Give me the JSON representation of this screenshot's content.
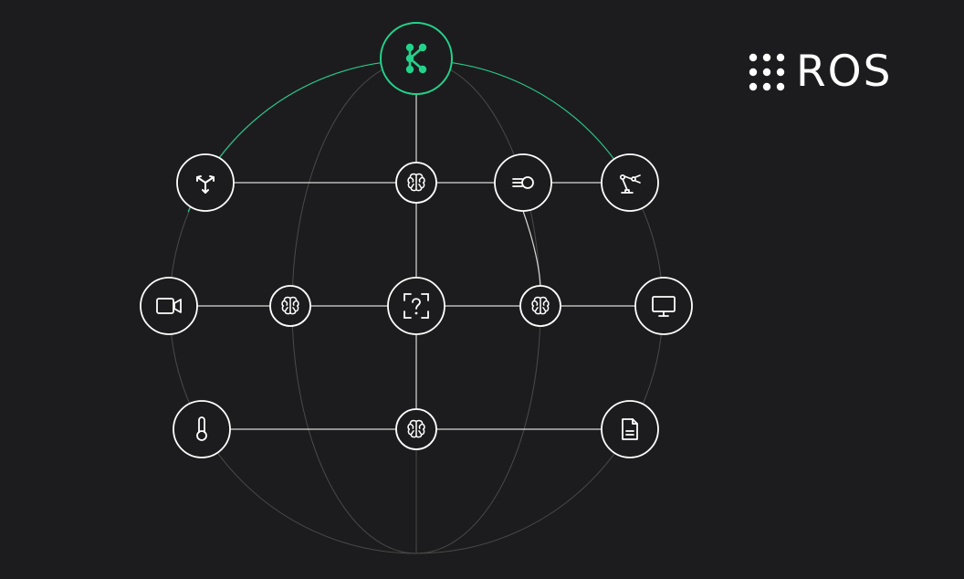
{
  "brand": {
    "logo_text": "ROS",
    "logo_icon": "ros-dots-grid-icon"
  },
  "colors": {
    "background": "#1c1c1e",
    "line": "#e6e6e6",
    "globe_line": "#4a4a4a",
    "accent": "#22d38b",
    "node_fill": "#1c1c1e",
    "node_stroke": "#ffffff"
  },
  "diagram": {
    "type": "network-globe",
    "hub": {
      "icon": "node-graph-icon",
      "highlighted": true
    },
    "nodes": [
      {
        "id": "hub",
        "icon": "node-graph-icon",
        "kind": "hub"
      },
      {
        "id": "navigation",
        "icon": "navigation-arrows-icon",
        "kind": "device"
      },
      {
        "id": "brain-top",
        "icon": "brain-icon",
        "kind": "processor"
      },
      {
        "id": "motion",
        "icon": "motion-icon",
        "kind": "device"
      },
      {
        "id": "robot-arm",
        "icon": "robot-arm-icon",
        "kind": "device"
      },
      {
        "id": "camera",
        "icon": "video-camera-icon",
        "kind": "device"
      },
      {
        "id": "brain-mid-left",
        "icon": "brain-icon",
        "kind": "processor"
      },
      {
        "id": "unknown",
        "icon": "question-scan-icon",
        "kind": "center"
      },
      {
        "id": "brain-mid-right",
        "icon": "brain-icon",
        "kind": "processor"
      },
      {
        "id": "monitor",
        "icon": "monitor-icon",
        "kind": "device"
      },
      {
        "id": "thermometer",
        "icon": "thermometer-icon",
        "kind": "device"
      },
      {
        "id": "brain-bottom",
        "icon": "brain-icon",
        "kind": "processor"
      },
      {
        "id": "document",
        "icon": "document-icon",
        "kind": "device"
      }
    ],
    "links": [
      [
        "hub",
        "brain-top"
      ],
      [
        "navigation",
        "brain-top"
      ],
      [
        "brain-top",
        "motion"
      ],
      [
        "motion",
        "robot-arm"
      ],
      [
        "brain-top",
        "unknown"
      ],
      [
        "camera",
        "brain-mid-left"
      ],
      [
        "brain-mid-left",
        "unknown"
      ],
      [
        "unknown",
        "brain-mid-right"
      ],
      [
        "brain-mid-right",
        "monitor"
      ],
      [
        "motion",
        "brain-mid-right"
      ],
      [
        "unknown",
        "brain-bottom"
      ],
      [
        "thermometer",
        "brain-bottom"
      ],
      [
        "brain-bottom",
        "document"
      ]
    ]
  }
}
